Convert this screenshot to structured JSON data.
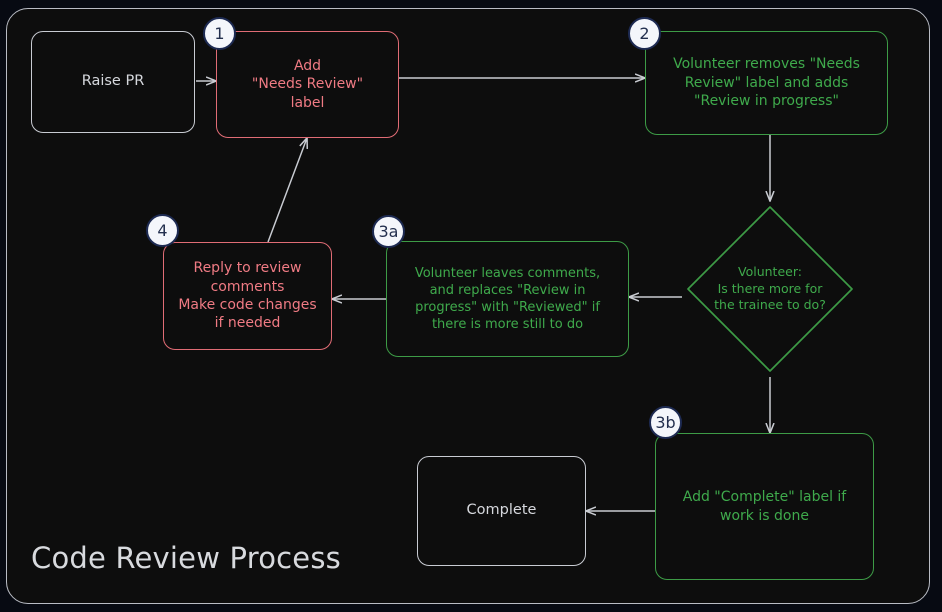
{
  "diagram": {
    "title": "Code Review Process",
    "type": "flowchart",
    "theme": {
      "page_background": "#070a12",
      "frame_background": "#0d0d0d",
      "frame_border": "#b9bcc4",
      "edge_color": "#c9ccd2",
      "neutral_node_border": "#c8cbd2",
      "neutral_node_text": "#d6d8dd",
      "red_node_border": "#e06c75",
      "red_node_text": "#f07b84",
      "green_node_border": "#3d9b46",
      "green_node_text": "#3faa4c",
      "badge_fill": "#f4f6fb",
      "badge_border": "#1d2a52",
      "badge_text": "#24304f"
    },
    "nodes": [
      {
        "id": "raise-pr",
        "label": "Raise PR",
        "shape": "rounded-rect",
        "style": "plain"
      },
      {
        "id": "add-needs-review",
        "label": "Add\n\"Needs Review\"\nlabel",
        "shape": "rounded-rect",
        "style": "red",
        "badge": "1"
      },
      {
        "id": "volunteer-removes",
        "label": "Volunteer removes \"Needs\nReview\" label and adds\n\"Review in progress\"",
        "shape": "rounded-rect",
        "style": "green",
        "badge": "2"
      },
      {
        "id": "decision-more-work",
        "label": "Volunteer:\nIs there more for\nthe trainee to do?",
        "shape": "diamond",
        "style": "green"
      },
      {
        "id": "volunteer-leaves-comments",
        "label": "Volunteer leaves comments,\nand replaces \"Review in\nprogress\" with \"Reviewed\" if\nthere is more still to do",
        "shape": "rounded-rect",
        "style": "green",
        "badge": "3a"
      },
      {
        "id": "add-complete-label",
        "label": "Add \"Complete\" label if\nwork is done",
        "shape": "rounded-rect",
        "style": "green",
        "badge": "3b"
      },
      {
        "id": "reply-to-review",
        "label": "Reply to review\ncomments\nMake code changes\nif needed",
        "shape": "rounded-rect",
        "style": "red",
        "badge": "4"
      },
      {
        "id": "complete",
        "label": "Complete",
        "shape": "rounded-rect",
        "style": "plain"
      }
    ],
    "badges": [
      {
        "id": "badge-1",
        "text": "1"
      },
      {
        "id": "badge-2",
        "text": "2"
      },
      {
        "id": "badge-3a",
        "text": "3a"
      },
      {
        "id": "badge-3b",
        "text": "3b"
      },
      {
        "id": "badge-4",
        "text": "4"
      }
    ],
    "edges": [
      {
        "from": "raise-pr",
        "to": "add-needs-review",
        "label": ""
      },
      {
        "from": "add-needs-review",
        "to": "volunteer-removes",
        "label": ""
      },
      {
        "from": "volunteer-removes",
        "to": "decision-more-work",
        "label": ""
      },
      {
        "from": "decision-more-work",
        "to": "volunteer-leaves-comments",
        "label": ""
      },
      {
        "from": "decision-more-work",
        "to": "add-complete-label",
        "label": ""
      },
      {
        "from": "volunteer-leaves-comments",
        "to": "reply-to-review",
        "label": ""
      },
      {
        "from": "reply-to-review",
        "to": "add-needs-review",
        "label": ""
      },
      {
        "from": "add-complete-label",
        "to": "complete",
        "label": ""
      }
    ]
  }
}
